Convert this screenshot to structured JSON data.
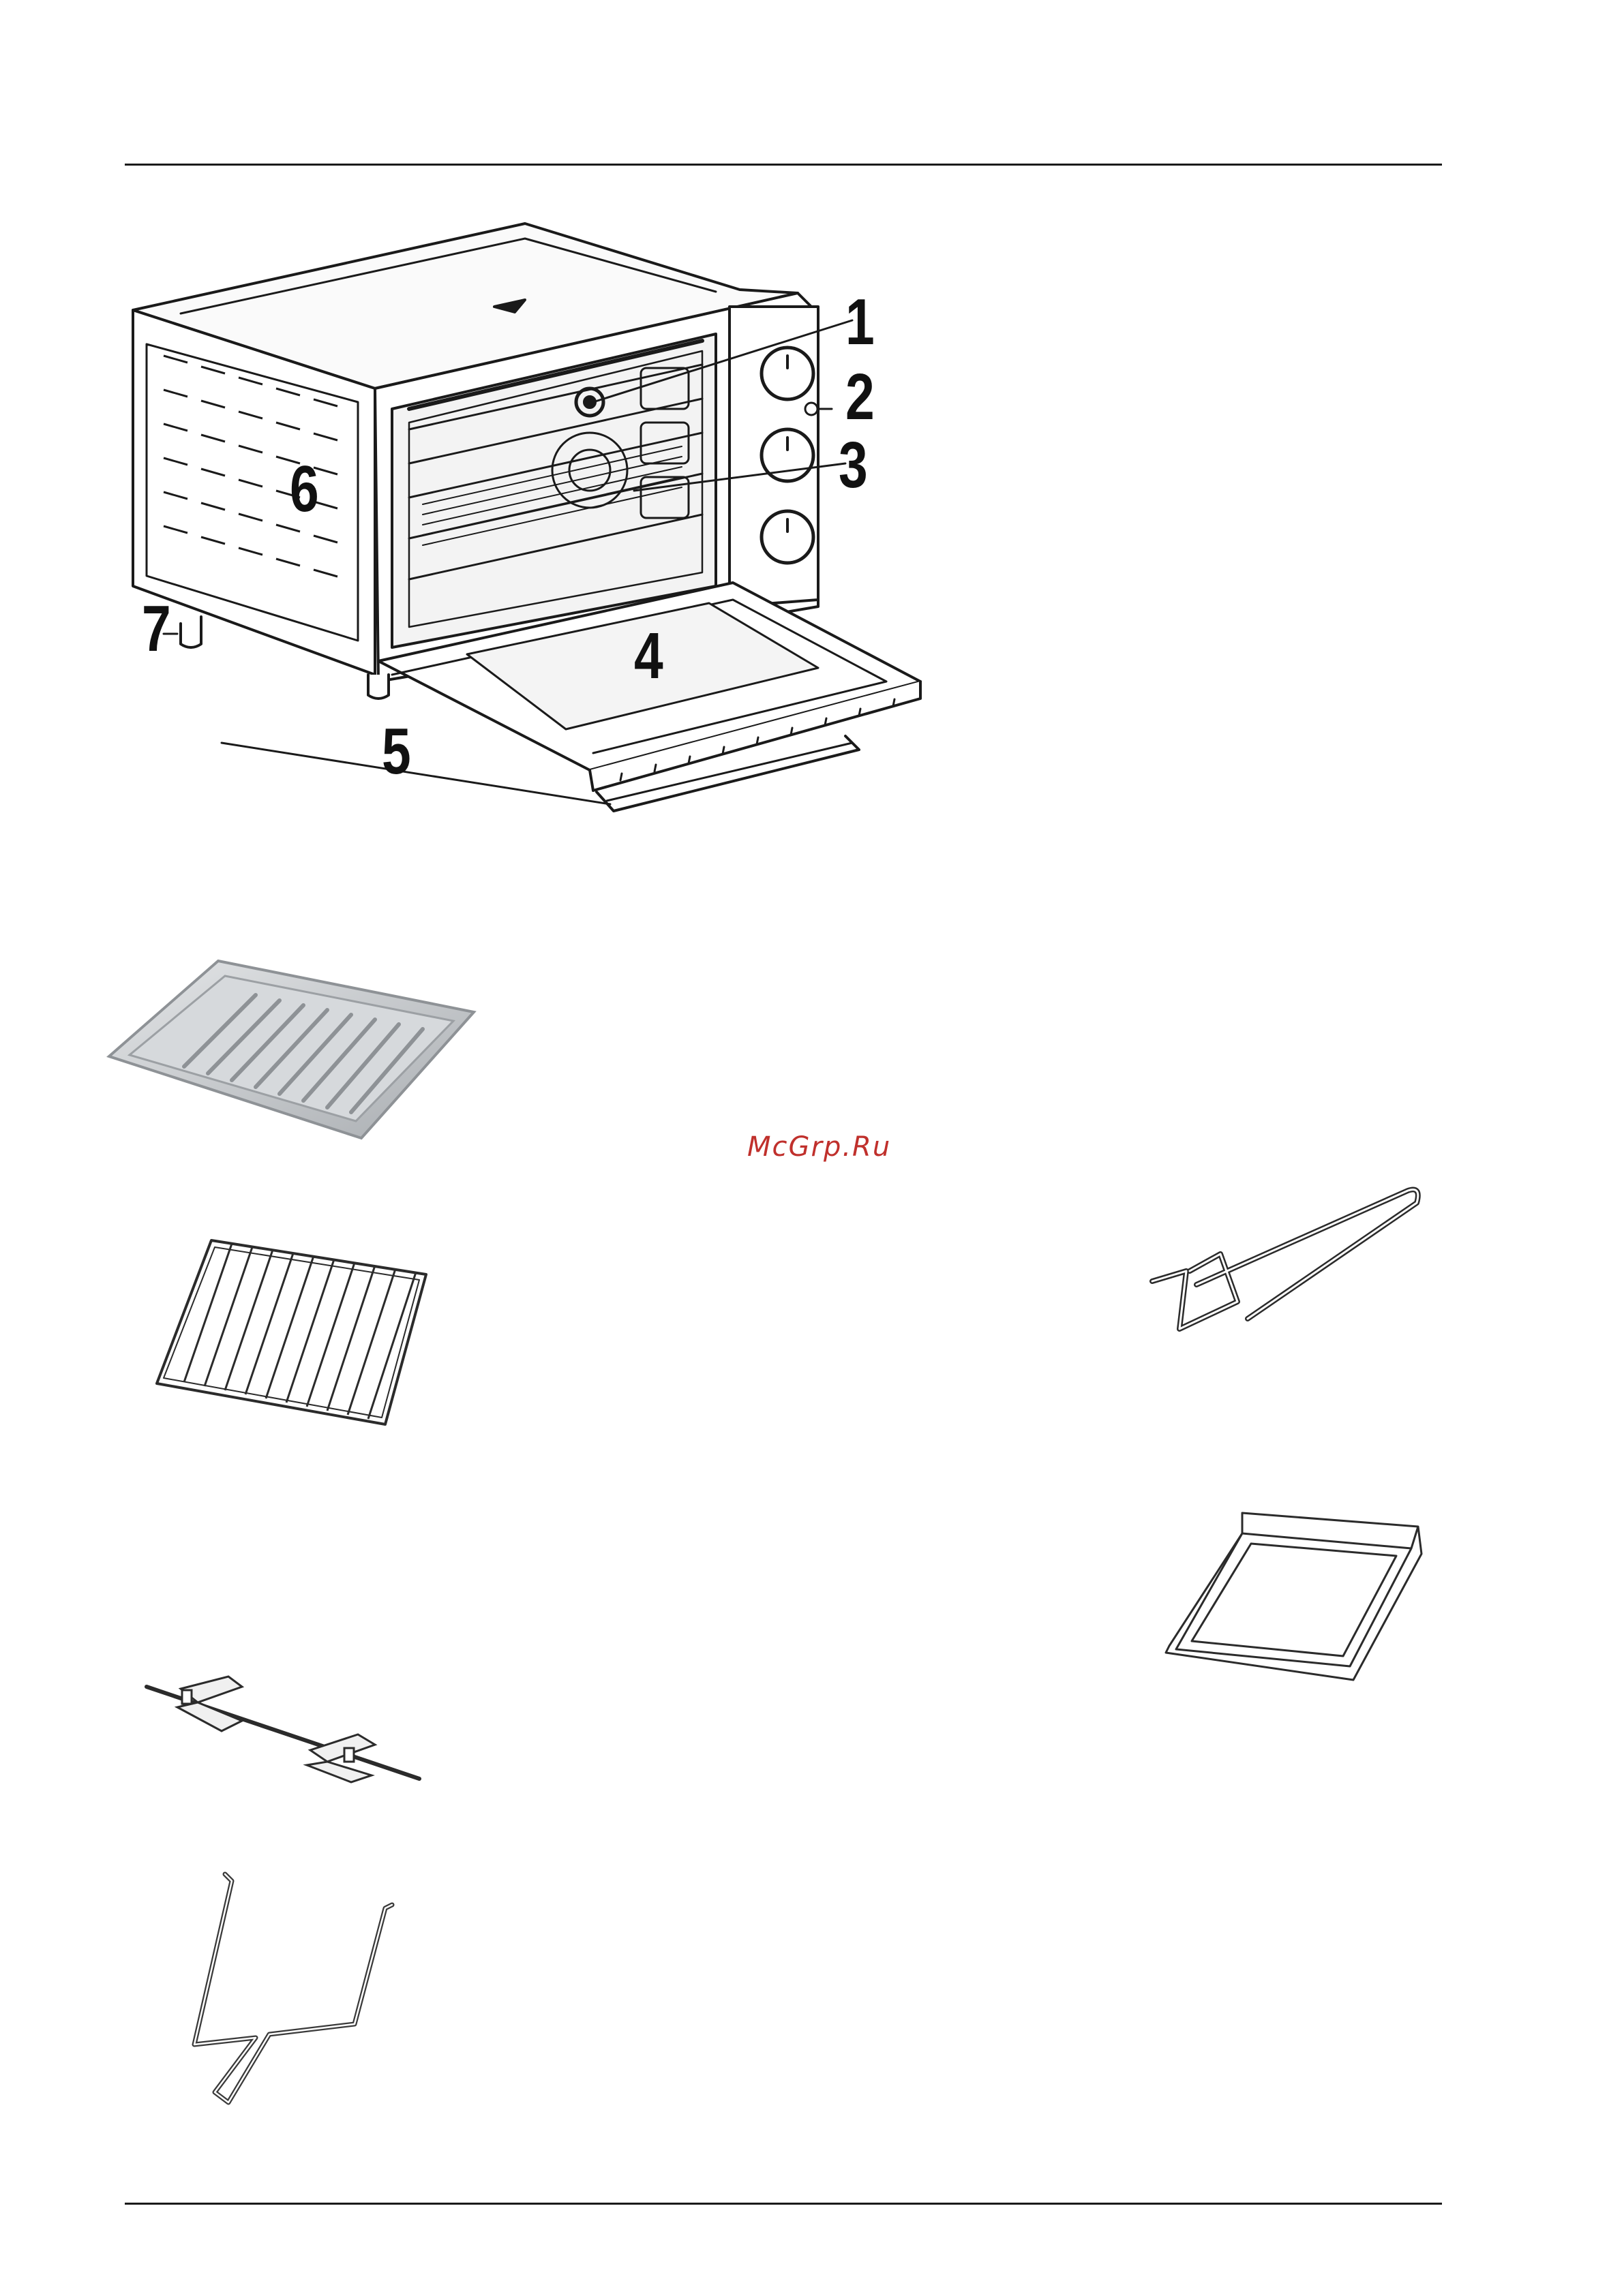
{
  "watermark": {
    "text": "McGrp.Ru",
    "color": "#c0302c"
  },
  "oven_diagram": {
    "callouts": [
      "1",
      "2",
      "3",
      "4",
      "5",
      "6",
      "7"
    ]
  },
  "accessories": [
    {
      "icon": "baking-tray-icon"
    },
    {
      "icon": "wire-rack-icon"
    },
    {
      "icon": "rotisserie-spit-icon"
    },
    {
      "icon": "rotisserie-handle-icon"
    },
    {
      "icon": "tray-handle-icon"
    },
    {
      "icon": "crumb-tray-icon"
    }
  ],
  "colors": {
    "line": "#1a1a1a",
    "metal": "#c9cccf",
    "metal_dark": "#8e9296"
  }
}
